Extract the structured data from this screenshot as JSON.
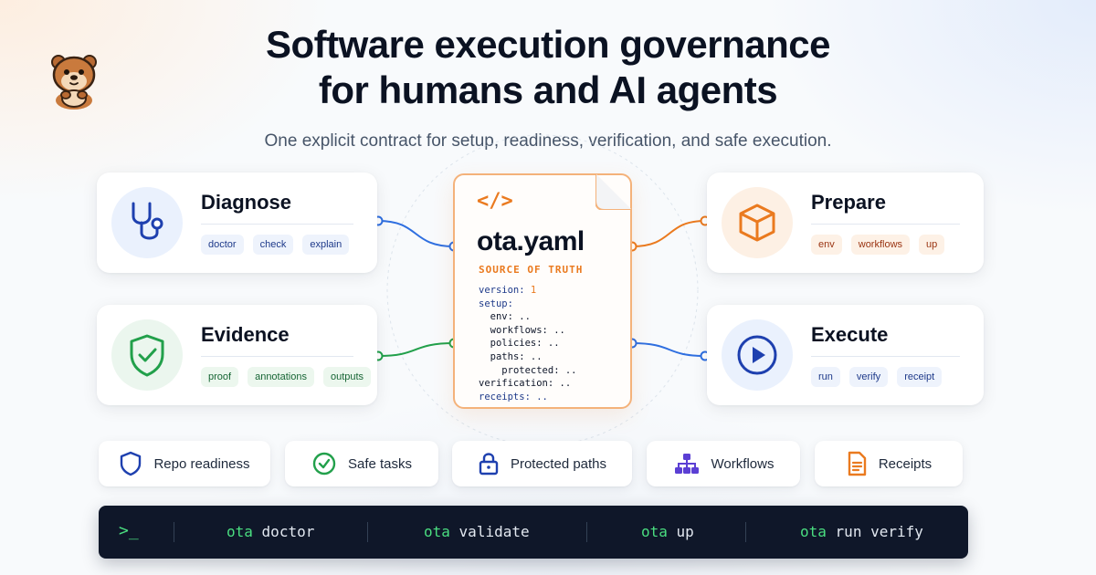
{
  "header": {
    "title_line1": "Software execution governance",
    "title_line2": "for humans and AI agents",
    "subtitle": "One explicit contract for setup, readiness, verification, and safe execution."
  },
  "logo": {
    "icon": "otter-mascot-icon"
  },
  "colors": {
    "blue": "#2563eb",
    "green": "#22a04b",
    "orange": "#ea7a1f",
    "navy": "#0f1729"
  },
  "cards": {
    "diagnose": {
      "title": "Diagnose",
      "icon": "stethoscope-icon",
      "chips": [
        "doctor",
        "check",
        "explain"
      ]
    },
    "evidence": {
      "title": "Evidence",
      "icon": "shield-check-icon",
      "chips": [
        "proof",
        "annotations",
        "outputs"
      ]
    },
    "prepare": {
      "title": "Prepare",
      "icon": "box-icon",
      "chips": [
        "env",
        "workflows",
        "up"
      ]
    },
    "execute": {
      "title": "Execute",
      "icon": "play-icon",
      "chips": [
        "run",
        "verify",
        "receipt"
      ]
    }
  },
  "doc": {
    "code_glyph": "</>",
    "filename": "ota.yaml",
    "tag": "SOURCE OF TRUTH",
    "yaml": {
      "version_key": "version:",
      "version_val": "1",
      "setup_key": "setup:",
      "env": "env: ..",
      "workflows": "workflows: ..",
      "policies": "policies: ..",
      "paths": "paths: ..",
      "protected": "protected: ..",
      "verification": "verification: ..",
      "receipts": "receipts: .."
    }
  },
  "pills": [
    {
      "label": "Repo readiness",
      "icon": "shield-icon"
    },
    {
      "label": "Safe tasks",
      "icon": "check-circle-icon"
    },
    {
      "label": "Protected paths",
      "icon": "lock-icon"
    },
    {
      "label": "Workflows",
      "icon": "workflow-icon"
    },
    {
      "label": "Receipts",
      "icon": "receipt-icon"
    }
  ],
  "terminal": {
    "prompt": ">_",
    "commands": [
      {
        "bin": "ota",
        "arg": "doctor"
      },
      {
        "bin": "ota",
        "arg": "validate"
      },
      {
        "bin": "ota",
        "arg": "up"
      },
      {
        "bin": "ota",
        "arg": "run verify"
      }
    ]
  }
}
